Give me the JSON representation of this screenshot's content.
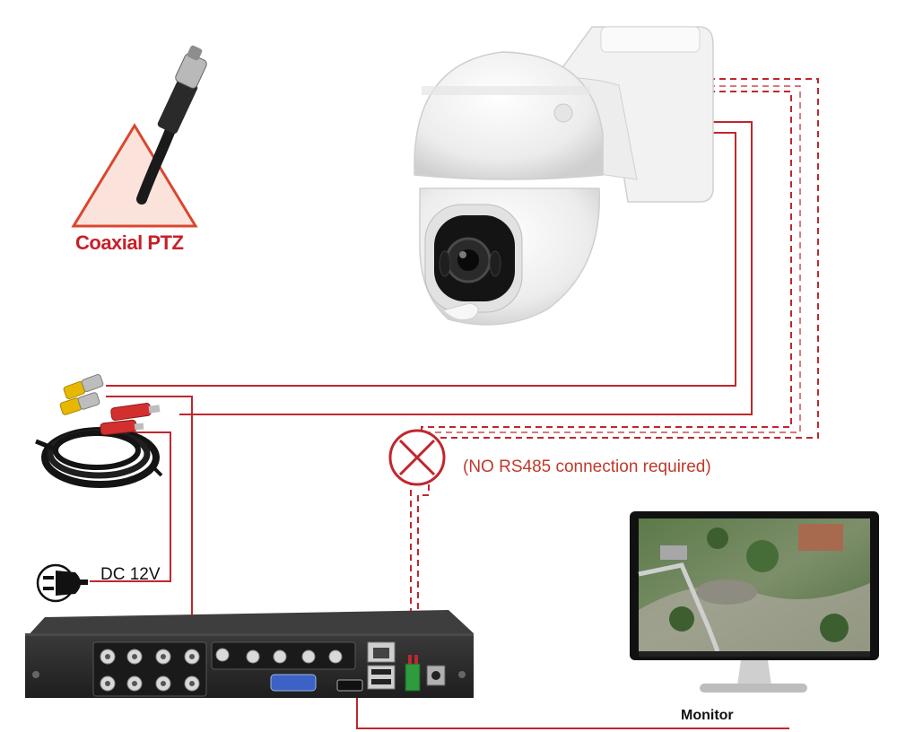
{
  "labels": {
    "coaxial_ptz": "Coaxial PTZ",
    "rs485_note": "(NO RS485 connection required)",
    "dc_power": "DC 12V",
    "monitor": "Monitor"
  },
  "colors": {
    "wire_red": "#c0272d",
    "warning_red": "#c8202a",
    "dvr_body": "#2b2b2b",
    "camera_white": "#f4f4f4"
  },
  "icons": [
    "bnc-connector-icon",
    "warning-triangle-icon",
    "no-entry-icon",
    "power-plug-icon"
  ]
}
